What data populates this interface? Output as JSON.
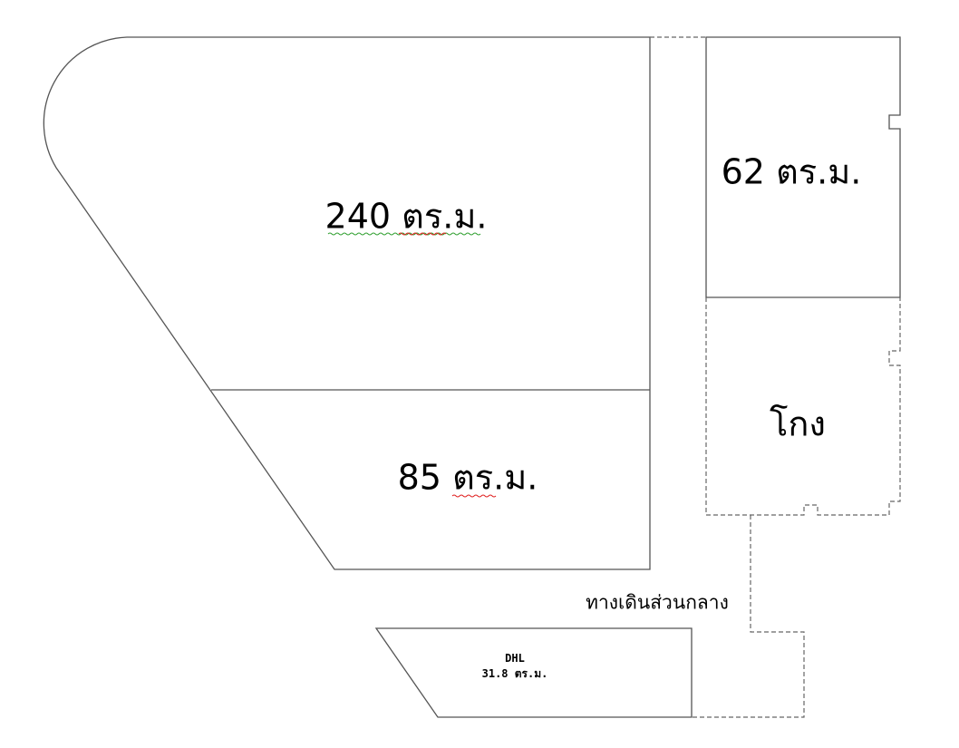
{
  "rooms": {
    "main_large": {
      "area_label": "240 ตร.ม."
    },
    "main_lower": {
      "area_label": "85 ตร.ม."
    },
    "right_upper": {
      "area_label": "62 ตร.ม."
    },
    "right_lower": {
      "label": "โกง"
    },
    "dhl": {
      "name": "DHL",
      "area_label": "31.8 ตร.ม."
    }
  },
  "corridor": {
    "label": "ทางเดินส่วนกลาง"
  },
  "colors": {
    "line": "#555555",
    "spellcheck_red": "#e02020",
    "spellcheck_green": "#30a030"
  }
}
